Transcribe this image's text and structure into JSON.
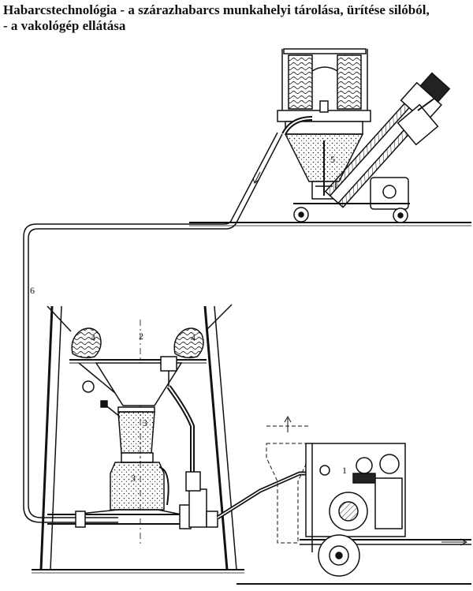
{
  "title": {
    "line1": "Habarcstechnológia - a szárazhabarcs munkahelyi tárolása, ürítése silóból,",
    "line2": "- a vakológép ellátása"
  },
  "labels": {
    "n1": "1",
    "n2": "2",
    "n3a": "3",
    "n3b": "3",
    "n4a": "4",
    "n4b": "4",
    "n5": "5",
    "n6": "6"
  },
  "colors": {
    "ink": "#111111",
    "paper": "#ffffff",
    "shade": "#555555"
  }
}
